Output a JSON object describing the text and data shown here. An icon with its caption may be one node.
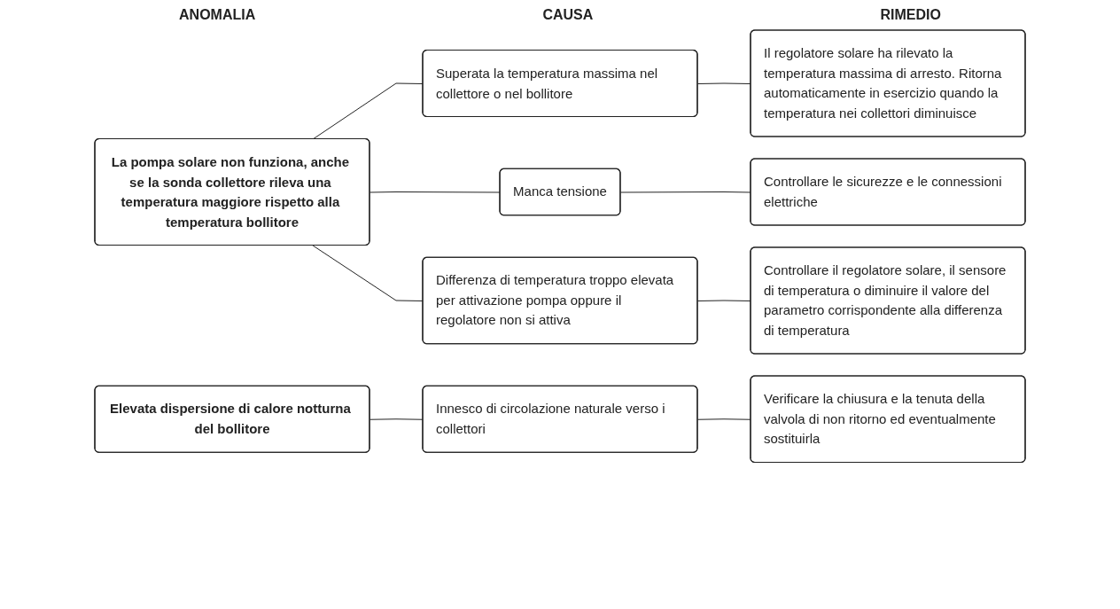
{
  "diagram": {
    "nodes": [
      {
        "text": [
          "La pompa solare non funziona, anche se la sonda collettore rileva una temperatura maggiore rispetto alla temperatura bollitore"
        ]
      },
      {
        "text": [
          "Superata la temperatura massima nel collettore o nel bollitore"
        ]
      },
      {
        "text": [
          "Il regolatore solare ha rilevato la temperatura massima di arresto. Ritorna automaticamente in esercizio quando la temperatura nei collettori diminuisce"
        ]
      },
      {
        "text": [
          "Manca tensione"
        ]
      },
      {
        "text": [
          "Controllare le sicurezze e le connessioni elettriche"
        ]
      },
      {
        "text": [
          "Differenza di temperatura troppo elevata per attivazione pompa oppure il regolatore non si attiva"
        ]
      },
      {
        "text": [
          "Controllare il regolatore solare, il sensore di temperatura o diminuire il valore del parametro corrispondente alla differenza di temperatura"
        ]
      },
      {
        "text": [
          "Elevata dispersione di calore notturna del bollitore"
        ]
      },
      {
        "text": [
          "Innesco di circolazione naturale verso i collettori"
        ]
      },
      {
        "text": [
          "Verificare la chiusura e la tenuta della valvola di non ritorno ed eventualmente sostituirla"
        ]
      }
    ],
    "edges": [
      {
        "from": 0,
        "to": 1,
        "arrow": "none"
      },
      {
        "from": 0,
        "to": 3,
        "arrow": "none"
      },
      {
        "from": 0,
        "to": 5,
        "arrow": "none"
      },
      {
        "from": 1,
        "to": 2,
        "arrow": "none"
      },
      {
        "from": 3,
        "to": 4,
        "arrow": "none"
      },
      {
        "from": 5,
        "to": 6,
        "arrow": "none"
      },
      {
        "from": 7,
        "to": 8,
        "arrow": "none"
      },
      {
        "from": 8,
        "to": 9,
        "arrow": "none"
      }
    ],
    "labels": [
      "ANOMALIA",
      "CAUSA",
      "RIMEDIO"
    ]
  }
}
